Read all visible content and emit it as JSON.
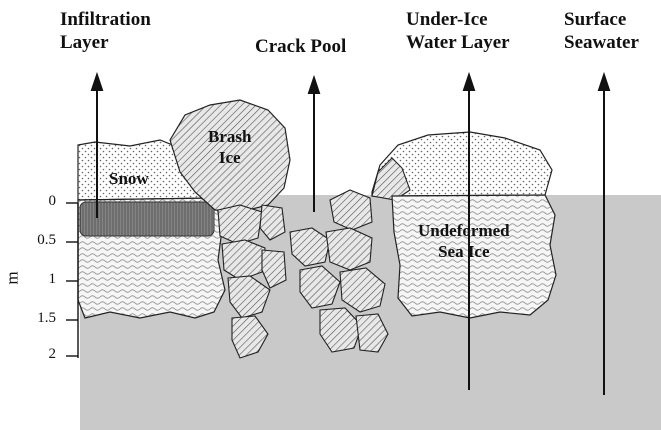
{
  "labels": {
    "infiltration": {
      "line1": "Infiltration",
      "line2": "Layer"
    },
    "crack_pool": "Crack Pool",
    "under_ice": {
      "line1": "Under-Ice",
      "line2": "Water Layer"
    },
    "surface": {
      "line1": "Surface",
      "line2": "Seawater"
    }
  },
  "inner_labels": {
    "brash": {
      "line1": "Brash",
      "line2": "Ice"
    },
    "snow": "Snow",
    "undeformed": {
      "line1": "Undeformed",
      "line2": "Sea Ice"
    }
  },
  "depth_axis": {
    "unit": "m",
    "ticks": [
      "0",
      "0.5",
      "1",
      "1.5",
      "2"
    ]
  },
  "colors": {
    "water": "#c9c9c9",
    "ice_fill": "#f4f4f4",
    "infiltration_band": "#777777",
    "outline": "#222222"
  }
}
